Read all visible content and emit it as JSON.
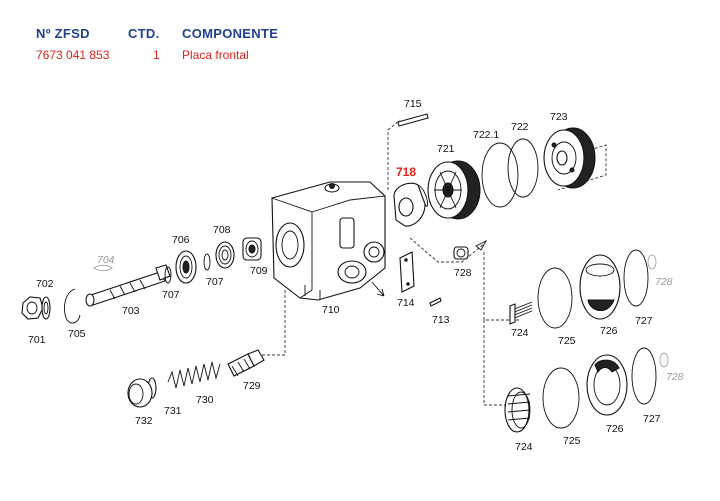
{
  "header": {
    "col_ref": "Nº ZFSD",
    "col_qty": "CTD.",
    "col_component": "COMPONENTE"
  },
  "selected_row": {
    "ref": "7673 041 853",
    "qty": "1",
    "component": "Placa frontal"
  },
  "colors": {
    "header_blue": "#1f3f8f",
    "highlight_red": "#e0201b"
  },
  "callouts": {
    "c701": "701",
    "c702": "702",
    "c703": "703",
    "c704": "704",
    "c705": "705",
    "c706": "706",
    "c707a": "707",
    "c707b": "707",
    "c708": "708",
    "c709": "709",
    "c710": "710",
    "c713": "713",
    "c714": "714",
    "c715": "715",
    "c718": "718",
    "c721": "721",
    "c722_1": "722.1",
    "c722": "722",
    "c723": "723",
    "c724a": "724",
    "c724b": "724",
    "c725a": "725",
    "c725b": "725",
    "c726a": "726",
    "c726b": "726",
    "c727a": "727",
    "c727b": "727",
    "c728a": "728",
    "c728b": "728",
    "c728c": "728",
    "c729": "729",
    "c730": "730",
    "c731": "731",
    "c732": "732"
  }
}
